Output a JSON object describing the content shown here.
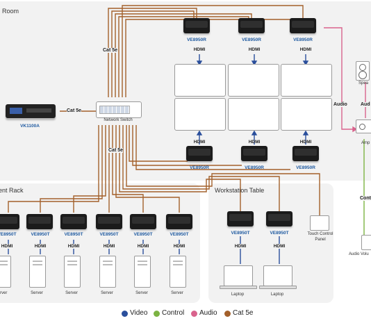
{
  "sections": {
    "room": "Room",
    "rack": "ent Rack",
    "table": "Workstation Table"
  },
  "devices": {
    "receiver": "VE8950R",
    "transmitter": "VE8950T",
    "controller": "VK1100A",
    "switch": "Network Switch",
    "touch_panel_line1": "Touch Control",
    "touch_panel_line2": "Panel",
    "speaker": "Spea",
    "amplifier": "Amp",
    "audio_volume": "Audio Volu",
    "server": "Server",
    "server_partial": "rver",
    "laptop": "Laptop"
  },
  "connections": {
    "hdmi": "HDMI",
    "cat5e": "Cat 5e",
    "audio": "Audio",
    "audio_partial": "Aud",
    "control": "Cont"
  },
  "legend": [
    {
      "label": "Video",
      "color": "#2a4f9c"
    },
    {
      "label": "Control",
      "color": "#7cb342"
    },
    {
      "label": "Audio",
      "color": "#d9638d"
    },
    {
      "label": "Cat 5e",
      "color": "#a3602b"
    }
  ],
  "colors": {
    "video": "#2a4f9c",
    "control": "#7cb342",
    "audio": "#d9638d",
    "cat5e": "#a3602b"
  }
}
